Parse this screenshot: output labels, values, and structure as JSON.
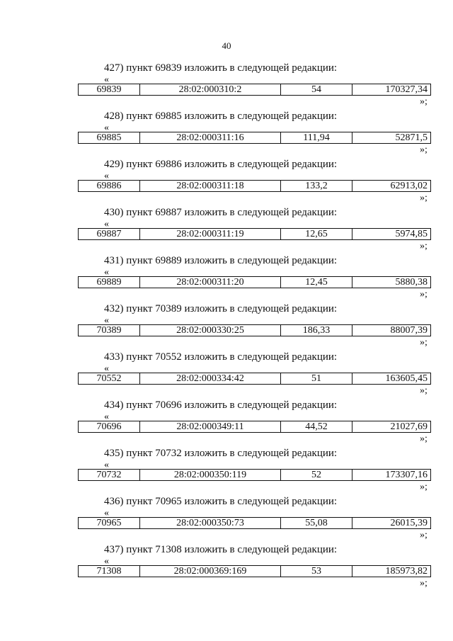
{
  "page_number": "40",
  "entries": [
    {
      "heading": "427) пункт 69839 изложить в следующей редакции:",
      "open_quote": "«",
      "row": [
        "69839",
        "28:02:000310:2",
        "54",
        "170327,34"
      ],
      "close_quote": "»;"
    },
    {
      "heading": "428) пункт 69885 изложить в следующей редакции:",
      "open_quote": "«",
      "row": [
        "69885",
        "28:02:000311:16",
        "111,94",
        "52871,5"
      ],
      "close_quote": "»;"
    },
    {
      "heading": "429) пункт 69886 изложить в следующей редакции:",
      "open_quote": "«",
      "row": [
        "69886",
        "28:02:000311:18",
        "133,2",
        "62913,02"
      ],
      "close_quote": "»;"
    },
    {
      "heading": "430) пункт 69887 изложить в следующей редакции:",
      "open_quote": "«",
      "row": [
        "69887",
        "28:02:000311:19",
        "12,65",
        "5974,85"
      ],
      "close_quote": "»;"
    },
    {
      "heading": "431) пункт 69889 изложить в следующей редакции:",
      "open_quote": "«",
      "row": [
        "69889",
        "28:02:000311:20",
        "12,45",
        "5880,38"
      ],
      "close_quote": "»;"
    },
    {
      "heading": "432) пункт 70389 изложить в следующей редакции:",
      "open_quote": "«",
      "row": [
        "70389",
        "28:02:000330:25",
        "186,33",
        "88007,39"
      ],
      "close_quote": "»;"
    },
    {
      "heading": "433) пункт 70552 изложить в следующей редакции:",
      "open_quote": "«",
      "row": [
        "70552",
        "28:02:000334:42",
        "51",
        "163605,45"
      ],
      "close_quote": "»;"
    },
    {
      "heading": "434) пункт 70696 изложить в следующей редакции:",
      "open_quote": "«",
      "row": [
        "70696",
        "28:02:000349:11",
        "44,52",
        "21027,69"
      ],
      "close_quote": "»;"
    },
    {
      "heading": "435) пункт 70732 изложить в следующей редакции:",
      "open_quote": "«",
      "row": [
        "70732",
        "28:02:000350:119",
        "52",
        "173307,16"
      ],
      "close_quote": "»;"
    },
    {
      "heading": "436) пункт 70965 изложить в следующей редакции:",
      "open_quote": "«",
      "row": [
        "70965",
        "28:02:000350:73",
        "55,08",
        "26015,39"
      ],
      "close_quote": "»;"
    },
    {
      "heading": "437) пункт 71308 изложить в следующей редакции:",
      "open_quote": "«",
      "row": [
        "71308",
        "28:02:000369:169",
        "53",
        "185973,82"
      ],
      "close_quote": "»;"
    }
  ]
}
